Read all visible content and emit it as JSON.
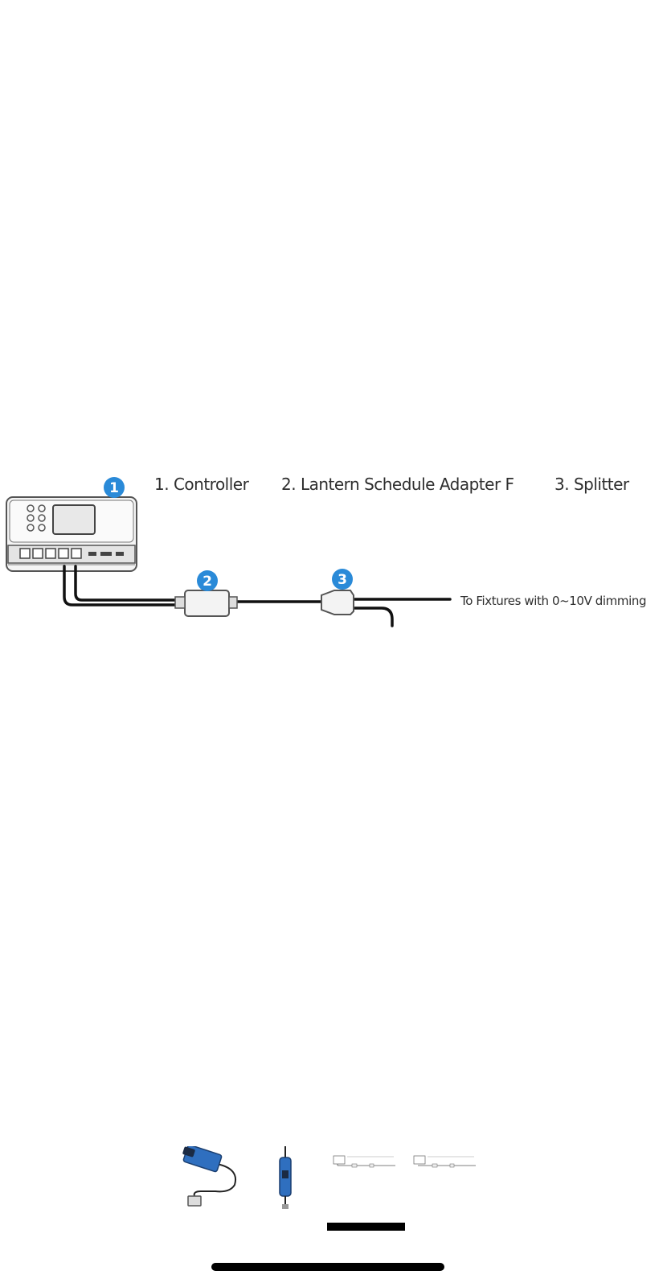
{
  "diagram": {
    "badges": [
      "1",
      "2",
      "3"
    ],
    "legend": [
      "1. Controller",
      "2.  Lantern Schedule Adapter F",
      "3. Splitter"
    ],
    "fixture_label": "To Fixtures with 0~10V dimming",
    "badge_color": "#2a8ad8",
    "cable_color": "#111111"
  },
  "thumbnails": {
    "items": [
      "adapter-photo",
      "adapter-vertical-photo",
      "diagram-thumbnail",
      "diagram-thumbnail"
    ],
    "selected_index": 2
  }
}
